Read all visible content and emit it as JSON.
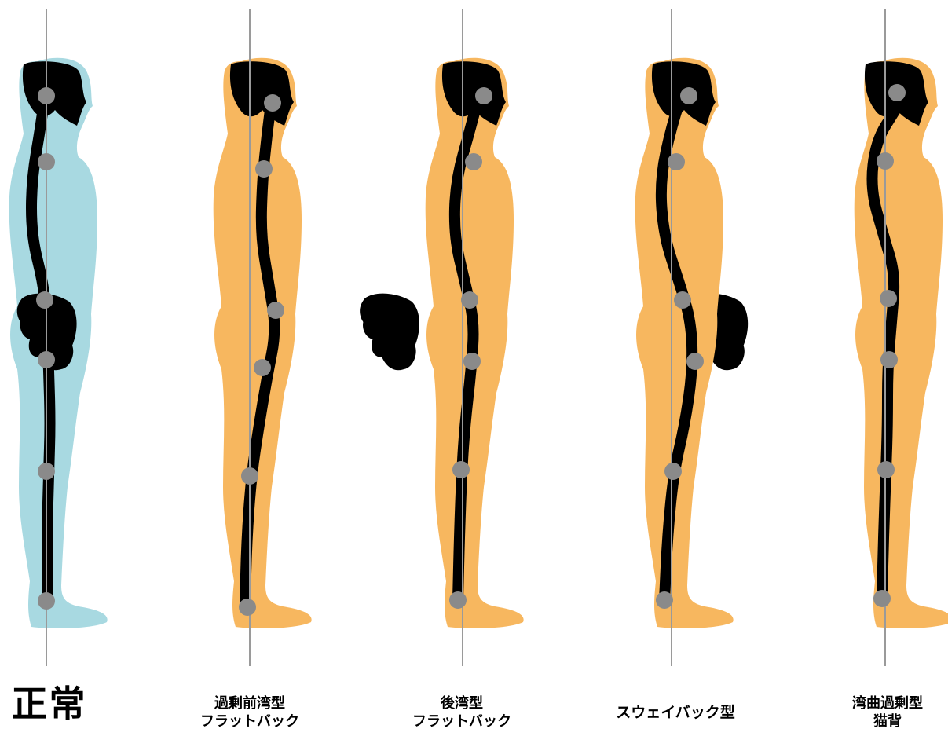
{
  "colors": {
    "normal_body": "#a8d9e1",
    "abnormal_body": "#f7b75f",
    "skeleton": "#000000",
    "joint": "#8a8a8a",
    "plumb_line": "#9a9a9a"
  },
  "figures": [
    {
      "id": "normal",
      "tint": "normal",
      "label_lines": [
        "正常"
      ]
    },
    {
      "id": "flat-back-kyphosis",
      "tint": "abnormal",
      "label_lines": [
        "過剰前湾型",
        "フラットバック"
      ]
    },
    {
      "id": "flat-back",
      "tint": "abnormal",
      "label_lines": [
        "後湾型",
        "フラットバック"
      ]
    },
    {
      "id": "sway-back",
      "tint": "abnormal",
      "label_lines": [
        "スウェイバック型"
      ]
    },
    {
      "id": "kypho-lordosis",
      "tint": "abnormal",
      "label_lines": [
        "湾曲過剰型",
        "猫背"
      ]
    }
  ]
}
